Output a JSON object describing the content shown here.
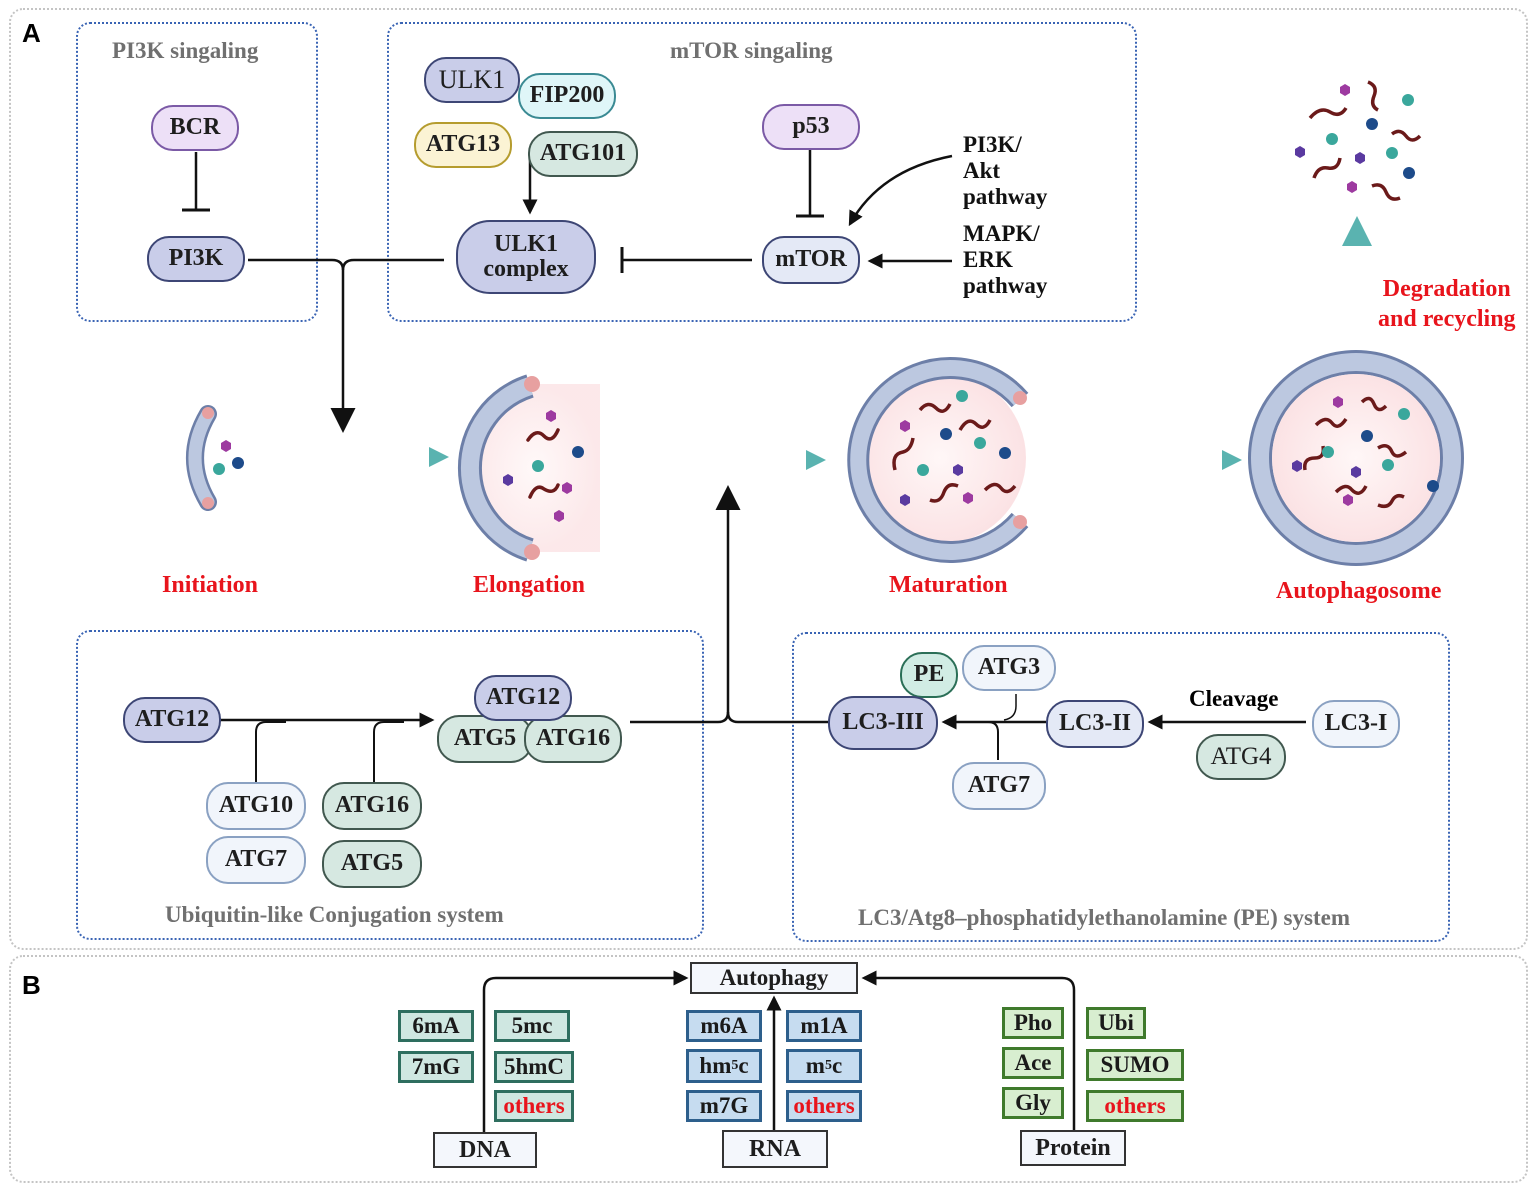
{
  "panels": {
    "a_label": "A",
    "b_label": "B"
  },
  "pi3k_box": {
    "title": "PI3K singaling",
    "bcr": "BCR",
    "pi3k": "PI3K"
  },
  "mtor_box": {
    "title": "mTOR singaling",
    "ulk1": "ULK1",
    "fip200": "FIP200",
    "atg13": "ATG13",
    "atg101": "ATG101",
    "ulk1_complex_line1": "ULK1",
    "ulk1_complex_line2": "complex",
    "p53": "p53",
    "mtor": "mTOR"
  },
  "pathways": {
    "pi3k_akt": [
      "PI3K/",
      "Akt",
      "pathway"
    ],
    "mapk_erk": [
      "MAPK/",
      "ERK",
      "pathway"
    ]
  },
  "stages": {
    "initiation": "Initiation",
    "elongation": "Elongation",
    "maturation": "Maturation",
    "autophagosome": "Autophagosome",
    "degradation_line1": "Degradation",
    "degradation_line2": "and recycling"
  },
  "ubl_box": {
    "title": "Ubiquitin-like Conjugation system",
    "atg12": "ATG12",
    "atg10": "ATG10",
    "atg7": "ATG7",
    "atg16": "ATG16",
    "atg5": "ATG5",
    "complex_atg12": "ATG12",
    "complex_atg5": "ATG5",
    "complex_atg16": "ATG16"
  },
  "lc3_box": {
    "title": "LC3/Atg8–phosphatidylethanolamine (PE) system",
    "pe": "PE",
    "atg3": "ATG3",
    "lc3iii": "LC3-III",
    "lc3ii": "LC3-II",
    "lc3i": "LC3-I",
    "atg7": "ATG7",
    "atg4": "ATG4",
    "cleavage": "Cleavage"
  },
  "panel_b": {
    "autophagy": "Autophagy",
    "dna": {
      "source": "DNA",
      "marks": [
        "6mA",
        "5mc",
        "7mG",
        "5hmC",
        "others"
      ]
    },
    "rna": {
      "source": "RNA",
      "marks": [
        "m6A",
        "m1A",
        "hm",
        "5",
        "c",
        "m",
        "5",
        "c",
        "m7G",
        "others"
      ]
    },
    "protein": {
      "source": "Protein",
      "marks": [
        "Pho",
        "Ubi",
        "Ace",
        "SUMO",
        "Gly",
        "others"
      ]
    }
  },
  "colors": {
    "stage_red": "#e8141c",
    "box_border": "#3a64b4",
    "teal_arrow": "#5ab3b0"
  }
}
